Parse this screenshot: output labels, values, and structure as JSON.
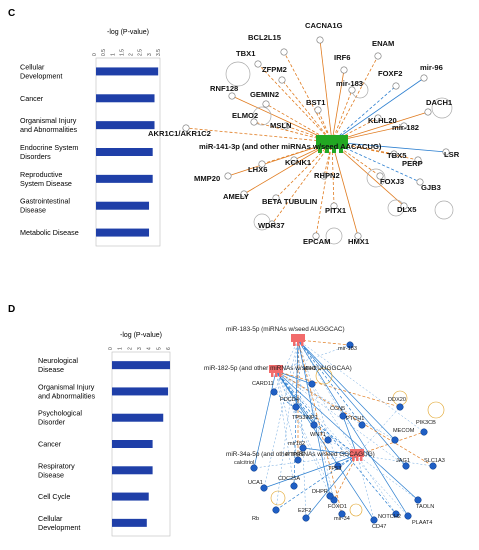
{
  "panels": {
    "C": {
      "letter": "C"
    },
    "D": {
      "letter": "D"
    }
  },
  "chart_data": [
    {
      "type": "bar",
      "panel": "C",
      "title": "",
      "xlabel": "-log (P-value)",
      "ylabel": "",
      "ticks": [
        "0",
        "0.5",
        "1",
        "1.5",
        "2",
        "2.5",
        "3",
        "3.5"
      ],
      "xlim": [
        0,
        3.5
      ],
      "bar_color": "#1f3fa8",
      "categories": [
        [
          "Cellular",
          "Development"
        ],
        [
          "Cancer"
        ],
        [
          "Organismal Injury",
          "and Abnormalities"
        ],
        [
          "Endocrine System",
          "Disorders"
        ],
        [
          "Reproductive",
          "System Disease"
        ],
        [
          "Gastrointestinal",
          "Disease"
        ],
        [
          "Metabolic Disease"
        ]
      ],
      "values": [
        3.4,
        3.2,
        3.2,
        3.1,
        3.1,
        2.9,
        2.9
      ]
    },
    {
      "type": "bar",
      "panel": "D",
      "title": "",
      "xlabel": "-log (P-value)",
      "ylabel": "",
      "ticks": [
        "0",
        "1",
        "2",
        "3",
        "4",
        "5",
        "6"
      ],
      "xlim": [
        0,
        6
      ],
      "bar_color": "#1f3fa8",
      "categories": [
        [
          "Neurological",
          "Disease"
        ],
        [
          "Organismal Injury",
          "and Abnormalities"
        ],
        [
          "Psychological",
          "Disorder"
        ],
        [
          "Cancer"
        ],
        [
          "Respiratory",
          "Disease"
        ],
        [
          "Cell Cycle"
        ],
        [
          "Cellular",
          "Development"
        ]
      ],
      "values": [
        6.0,
        5.8,
        5.3,
        4.2,
        4.2,
        3.8,
        3.6
      ]
    }
  ],
  "network_c": {
    "hub": "miR-141-3p (and other miRNAs w/seed AACACUG)",
    "colors": {
      "hub": "#22a822",
      "edge_orange": "#e07b1f",
      "edge_blue": "#2c7fd0",
      "node": "#ffffff"
    },
    "nodes": [
      "CACNA1G",
      "BCL2L15",
      "TBX1",
      "IRF6",
      "ENAM",
      "ZFPM2",
      "mir-96",
      "mir-183",
      "FOXF2",
      "RNF128",
      "GEMIN2",
      "BST1",
      "DACH1",
      "ELMO2",
      "KLHL20",
      "mir-182",
      "AKR1C1/AKR1C2",
      "MSLN",
      "LSR",
      "TBX5",
      "PERP",
      "KCNK1",
      "LHX6",
      "RHPN2",
      "MMP20",
      "FOXJ3",
      "GJB3",
      "AMELY",
      "BETA TUBULIN",
      "PITX1",
      "DLX5",
      "WDR37",
      "EPCAM",
      "HMX1"
    ]
  },
  "network_d": {
    "hubs": [
      "miR-183-5p (miRNAs w/seed AUGGCAC)",
      "miR-182-5p (and other miRNAs w/seed UUGGCAA)",
      "miR-34a-5p (and other miRNAs w/seed GGCAGUG)"
    ],
    "colors": {
      "hub": "#f26b6b",
      "node": "#1f5fc4",
      "edge_blue": "#2c7fd0",
      "edge_orange": "#e07b1f"
    },
    "nodes": [
      "mir-183",
      "IDH2",
      "CARD11",
      "PDCD4",
      "DDX20",
      "CCN5",
      "PTCH1",
      "TP53INP1",
      "PIK3CB",
      "MECOM",
      "WNT1",
      "mir182",
      "PTPRE",
      "calcitriol",
      "TP53",
      "JAG1",
      "SLC1A3",
      "UCA1",
      "CDC25A",
      "TAOLN",
      "FOXO1",
      "PLAAT4",
      "NOTCH2",
      "E2F2",
      "mir-34",
      "CD47",
      "Rb",
      "DHPR"
    ]
  }
}
